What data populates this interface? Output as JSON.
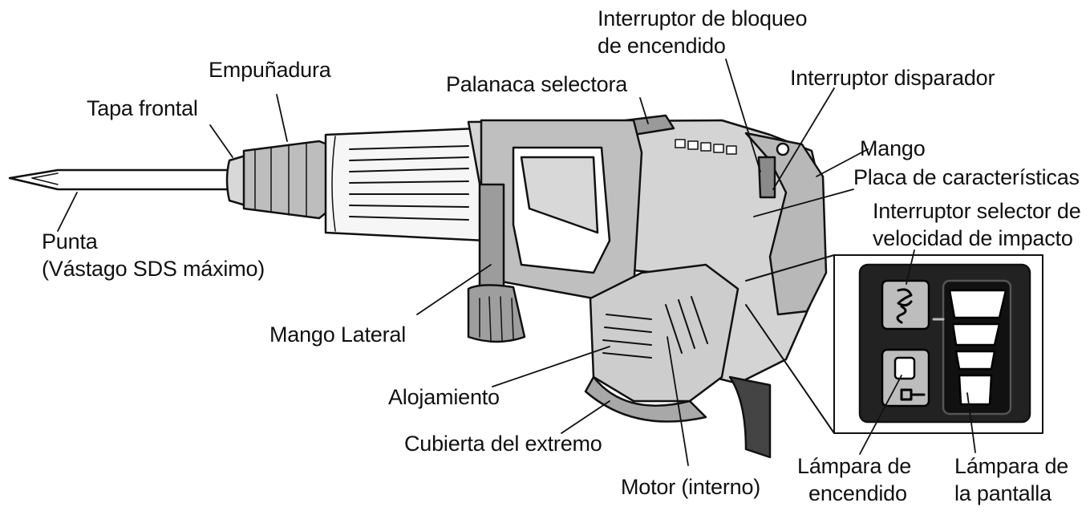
{
  "labels": {
    "interruptor_bloqueo_1": "Interruptor de bloqueo",
    "interruptor_bloqueo_2": "de encendido",
    "empunadura": "Empuñadura",
    "palanca_selectora": "Palanaca selectora",
    "interruptor_disparador": "Interruptor disparador",
    "tapa_frontal": "Tapa frontal",
    "mango": "Mango",
    "placa_caracteristicas": "Placa de características",
    "selector_velocidad_1": "Interruptor selector de",
    "selector_velocidad_2": "velocidad de impacto",
    "punta_1": "Punta",
    "punta_2": "(Vástago SDS máximo)",
    "mango_lateral": "Mango Lateral",
    "alojamiento": "Alojamiento",
    "cubierta_extremo": "Cubierta del extremo",
    "motor": "Motor (interno)",
    "lampara_encendido_1": "Lámpara de",
    "lampara_encendido_2": "encendido",
    "lampara_pantalla_1": "Lámpara de",
    "lampara_pantalla_2": "la pantalla"
  },
  "colors": {
    "ink": "#111111",
    "panel": "#222222",
    "tool_fill": "#e4e4e4",
    "body_fill": "#cfcfcf",
    "dark_fill": "#8a8a8a"
  }
}
